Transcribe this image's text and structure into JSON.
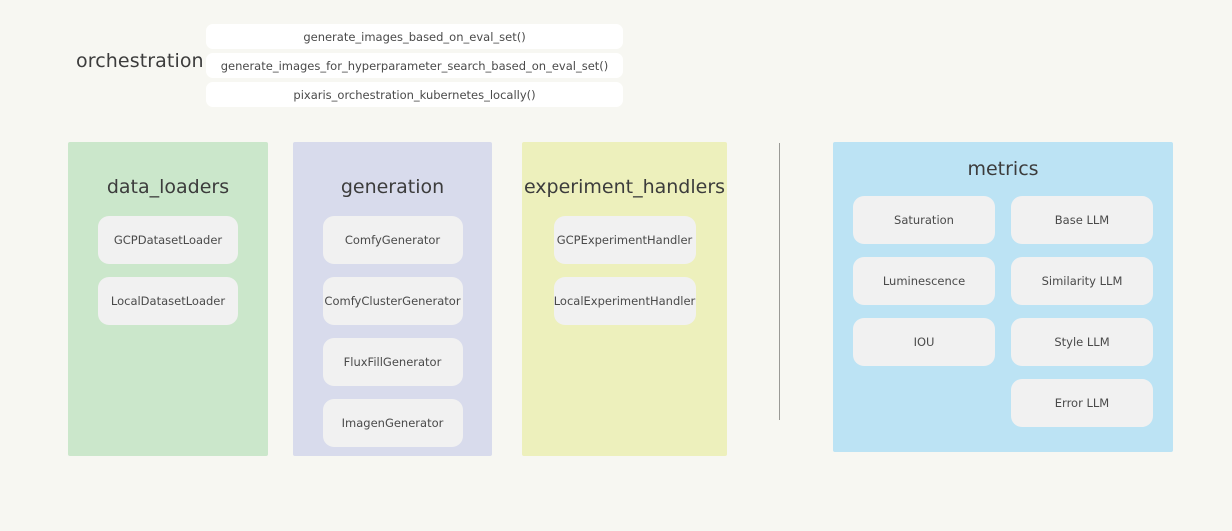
{
  "background_color": "#f7f7f2",
  "orchestration": {
    "label": "orchestration",
    "functions": [
      "generate_images_based_on_eval_set()",
      "generate_images_for_hyperparameter_search_based_on_eval_set()",
      "pixaris_orchestration_kubernetes_locally()"
    ]
  },
  "modules": [
    {
      "title": "data_loaders",
      "color": "#cbe7cb",
      "items": [
        "GCPDatasetLoader",
        "LocalDatasetLoader"
      ]
    },
    {
      "title": "generation",
      "color": "#d8dbec",
      "items": [
        "ComfyGenerator",
        "ComfyClusterGenerator",
        "FluxFillGenerator",
        "ImagenGenerator"
      ]
    },
    {
      "title": "experiment_handlers",
      "color": "#edf0bc",
      "items": [
        "GCPExperimentHandler",
        "LocalExperimentHandler"
      ]
    }
  ],
  "metrics": {
    "title": "metrics",
    "color": "#bce3f4",
    "left_column": [
      "Saturation",
      "Luminescence",
      "IOU"
    ],
    "right_column": [
      "Base LLM",
      "Similarity LLM",
      "Style LLM",
      "Error LLM"
    ]
  },
  "card_color": "#f1f1f1",
  "divider_color": "#9a9a96"
}
